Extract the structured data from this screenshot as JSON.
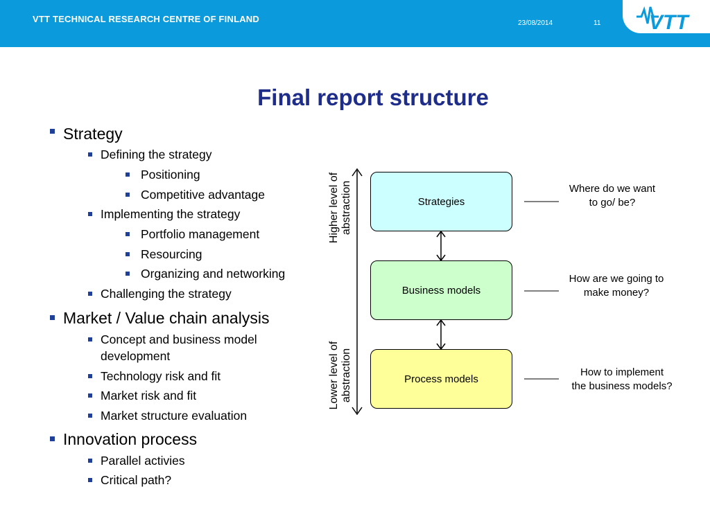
{
  "header": {
    "organization": "VTT TECHNICAL RESEARCH CENTRE OF FINLAND",
    "date": "23/08/2014",
    "page_number": "11",
    "logo_text": "VTT",
    "brand_color": "#0b9bdc"
  },
  "title": "Final report structure",
  "outline": {
    "strategy": "Strategy",
    "defining": "Defining the strategy",
    "positioning": "Positioning",
    "competitive": "Competitive advantage",
    "implementing": "Implementing the strategy",
    "portfolio": "Portfolio management",
    "resourcing": "Resourcing",
    "organizing": "Organizing and networking",
    "challenging": "Challenging the strategy",
    "market": "Market / Value chain analysis",
    "concept1": "Concept and business model",
    "concept2": "development",
    "tech_risk": "Technology risk and fit",
    "market_risk": "Market risk and fit",
    "market_structure": "Market structure evaluation",
    "innovation": "Innovation process",
    "parallel": "Parallel activies",
    "critical": "Critical path?"
  },
  "diagram": {
    "higher1": "Higher level of",
    "higher2": "abstraction",
    "lower1": "Lower level of",
    "lower2": "abstraction",
    "strategies": "Strategies",
    "business_models": "Business models",
    "process_models": "Process models",
    "q1_line1": "Where do we want",
    "q1_line2": "to go/ be?",
    "q2_line1": "How are we going to",
    "q2_line2": "make money?",
    "q3_line1": "How to implement",
    "q3_line2": "the business models?",
    "colors": {
      "strategies": "#ccffff",
      "business_models": "#ccffcc",
      "process_models": "#ffff99"
    }
  }
}
